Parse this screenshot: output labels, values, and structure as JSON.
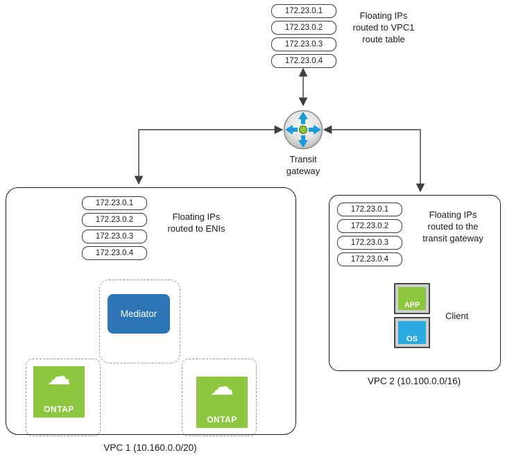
{
  "top_group": {
    "ips": [
      "172.23.0.1",
      "172.23.0.2",
      "172.23.0.3",
      "172.23.0.4"
    ],
    "caption": "Floating IPs\nrouted to VPC1\nroute table"
  },
  "transit_gateway": {
    "label": "Transit\ngateway"
  },
  "vpc1": {
    "ips": [
      "172.23.0.1",
      "172.23.0.2",
      "172.23.0.3",
      "172.23.0.4"
    ],
    "caption": "Floating IPs\nrouted to ENIs",
    "mediator": "Mediator",
    "ontap_left": "ONTAP",
    "ontap_right": "ONTAP",
    "title": "VPC 1 (10.160.0.0/20)"
  },
  "vpc2": {
    "ips": [
      "172.23.0.1",
      "172.23.0.2",
      "172.23.0.3",
      "172.23.0.4"
    ],
    "caption": "Floating IPs\nrouted to the\ntransit gateway",
    "app": "APP",
    "os": "OS",
    "client": "Client",
    "title": "VPC 2 (10.100.0.0/16)"
  },
  "icons": {
    "cloud": "☁",
    "gateway": "transit-gateway-crossed-arrows"
  },
  "colors": {
    "mediator_blue": "#2E75B6",
    "ontap_green": "#8DC63F",
    "os_blue": "#29ABE2",
    "gateway_arrow_blue": "#1B9CD8",
    "gateway_center_green": "#8DC63F",
    "connector": "#3f3f3f"
  }
}
